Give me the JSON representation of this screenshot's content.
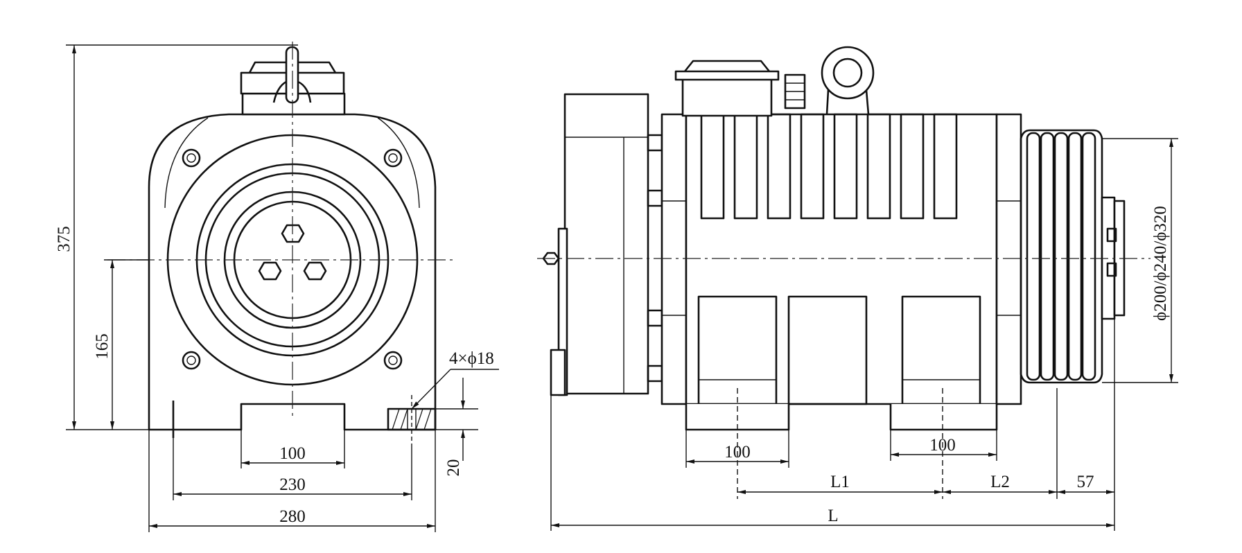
{
  "front_view": {
    "dims": {
      "height_total": "375",
      "center_height": "165",
      "foot_width": "100",
      "hole_spacing": "230",
      "base_width": "280",
      "foot_thickness": "20",
      "holes": "4×ϕ18"
    }
  },
  "side_view": {
    "dims": {
      "foot_left": "100",
      "foot_right": "100",
      "l1": "L1",
      "l2": "L2",
      "sheave_offset": "57",
      "overall_length": "L",
      "sheave_diameters": "ϕ200/ϕ240/ϕ320"
    }
  }
}
